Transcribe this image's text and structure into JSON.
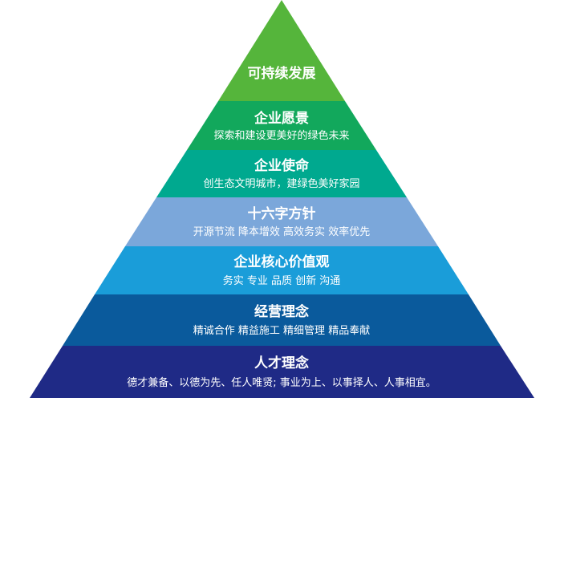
{
  "pyramid": {
    "tiers": [
      {
        "title": "可持续发展",
        "desc": "",
        "color": "#55b53b"
      },
      {
        "title": "企业愿景",
        "desc": "探索和建设更美好的绿色未来",
        "color": "#12a85c"
      },
      {
        "title": "企业使命",
        "desc": "创生态文明城市，建绿色美好家园",
        "color": "#00a98f"
      },
      {
        "title": "十六字方针",
        "desc": "开源节流 降本增效 高效务实 效率优先",
        "color": "#7ba7da"
      },
      {
        "title": "企业核心价值观",
        "desc": "务实 专业 品质 创新 沟通",
        "color": "#1a9dd9"
      },
      {
        "title": "经营理念",
        "desc": "精诚合作 精益施工 精细管理 精品奉献",
        "color": "#0a5a9c"
      },
      {
        "title": "人才理念",
        "desc": "德才兼备、以德为先、任人唯贤; 事业为上、以事择人、人事相宜。",
        "color": "#1f2a86"
      }
    ]
  }
}
